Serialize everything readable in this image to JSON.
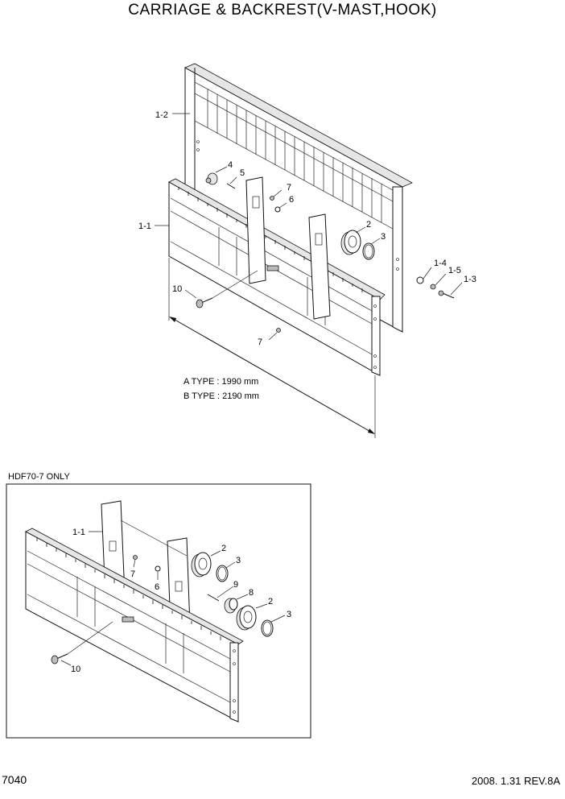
{
  "title": "CARRIAGE & BACKREST(V-MAST,HOOK)",
  "dimensions": {
    "a_type": "A TYPE : 1990 mm",
    "b_type": "B TYPE : 2190 mm"
  },
  "inset_label": "HDF70-7 ONLY",
  "page_number": "7040",
  "revision": "2008. 1.31  REV.8A",
  "main_callouts": {
    "c1_2": "1-2",
    "c1_1": "1-1",
    "c4": "4",
    "c5": "5",
    "c7a": "7",
    "c6": "6",
    "c2": "2",
    "c3": "3",
    "c1_4": "1-4",
    "c1_5": "1-5",
    "c1_3": "1-3",
    "c10": "10",
    "c7b": "7"
  },
  "inset_callouts": {
    "c1_1": "1-1",
    "c2a": "2",
    "c3a": "3",
    "c7": "7",
    "c6": "6",
    "c9": "9",
    "c8": "8",
    "c2b": "2",
    "c3b": "3",
    "c10": "10"
  }
}
